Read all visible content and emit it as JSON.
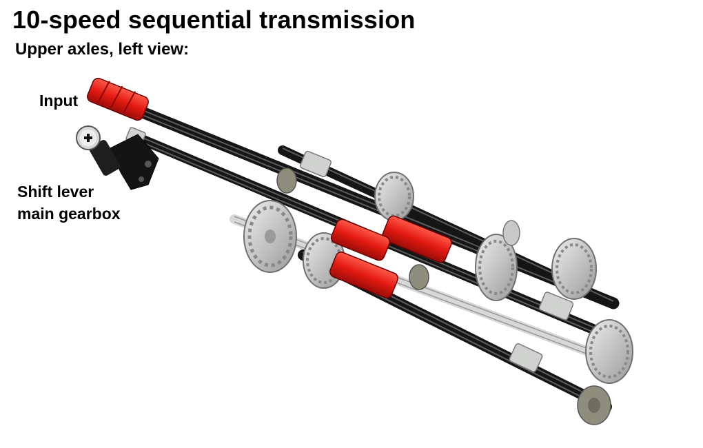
{
  "title": "10-speed sequential transmission",
  "subtitle": "Upper axles, left view:",
  "labels": {
    "input": "Input",
    "shift_lever_line1": "Shift lever",
    "shift_lever_line2": "main gearbox"
  },
  "colors": {
    "axle": "#1c1c1c",
    "axle_highlight": "#6a6a6a",
    "light_axle": "#cfcfcf",
    "gear_light": "#d4d4d4",
    "gear_dark": "#8a8a8a",
    "connector_red": "#e8201c",
    "bush_grey": "#c8cac8",
    "small_gear": "#8f8e7c"
  },
  "icons": [
    "cross-axle-icon"
  ]
}
